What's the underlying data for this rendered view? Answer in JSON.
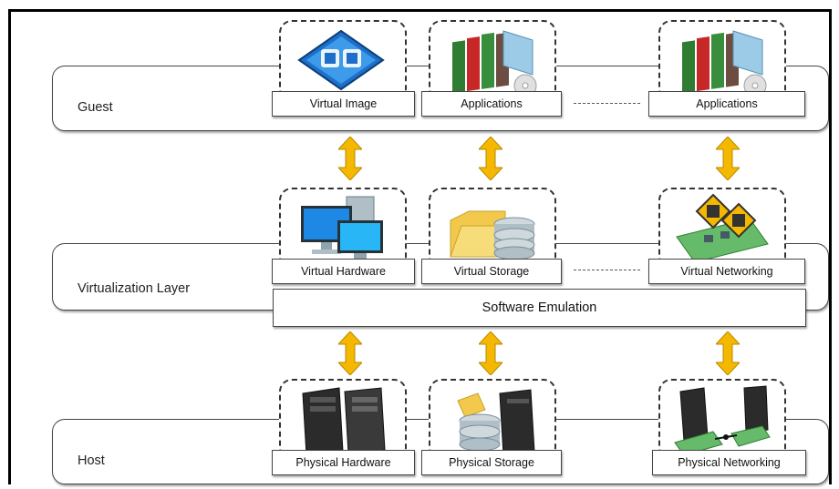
{
  "layers": {
    "guest": "Guest",
    "virtualization": "Virtualization Layer",
    "host": "Host"
  },
  "guest_items": {
    "virtual_image": "Virtual Image",
    "applications_1": "Applications",
    "applications_2": "Applications"
  },
  "virtual_items": {
    "hardware": "Virtual Hardware",
    "storage": "Virtual Storage",
    "networking": "Virtual Networking"
  },
  "emulation": "Software Emulation",
  "host_items": {
    "hardware": "Physical Hardware",
    "storage": "Physical Storage",
    "networking": "Physical Networking"
  },
  "colors": {
    "arrow": "#f5b800",
    "folder": "#f2c94c",
    "monitor": "#1e88e5",
    "server": "#2b2b2b"
  },
  "icons": [
    "virtual-image-icon",
    "applications-icon",
    "applications-icon",
    "monitor-icon",
    "folder-storage-icon",
    "network-card-icon",
    "server-icon",
    "storage-server-icon",
    "network-servers-icon"
  ]
}
